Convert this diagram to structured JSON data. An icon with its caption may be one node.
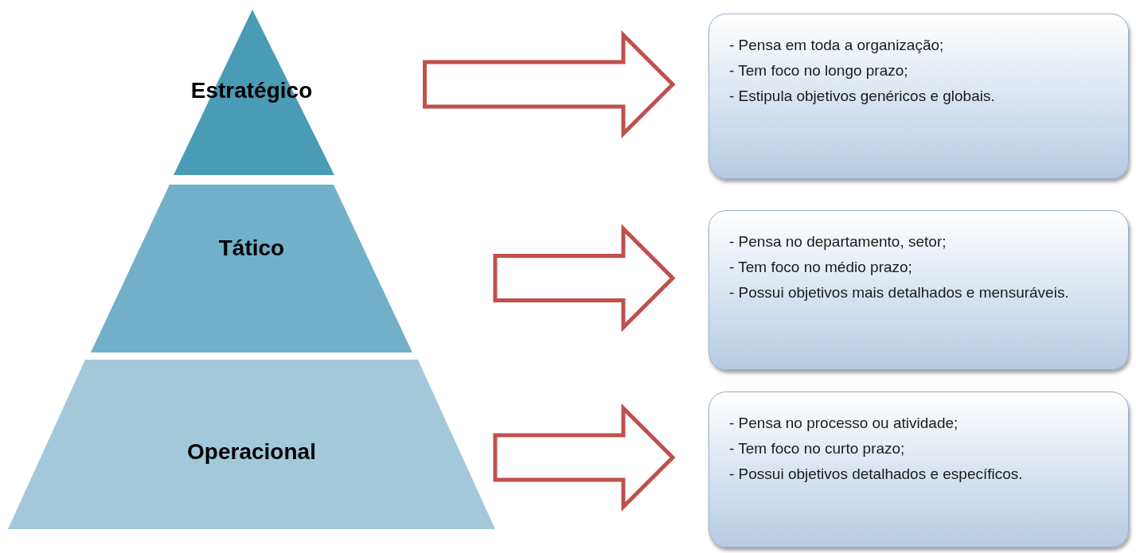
{
  "diagram": {
    "nodes": [
      {
        "text": [
          "Estratégico"
        ]
      },
      {
        "text": [
          "Tático"
        ]
      },
      {
        "text": [
          "Operacional"
        ]
      },
      {
        "text": [
          "- Pensa em toda a organização;",
          "- Tem foco no longo prazo;",
          "- Estipula objetivos genéricos e globais."
        ]
      },
      {
        "text": [
          "- Pensa no departamento, setor;",
          "- Tem foco no médio prazo;",
          "- Possui objetivos mais detalhados e mensuráveis."
        ]
      },
      {
        "text": [
          "- Pensa no processo ou atividade;",
          "- Tem foco no curto prazo;",
          "- Possui objetivos detalhados e específicos."
        ]
      }
    ],
    "edges": [
      {
        "from": 0,
        "to": 3,
        "arrow": "to"
      },
      {
        "from": 1,
        "to": 4,
        "arrow": "to"
      },
      {
        "from": 2,
        "to": 5,
        "arrow": "to"
      }
    ]
  }
}
